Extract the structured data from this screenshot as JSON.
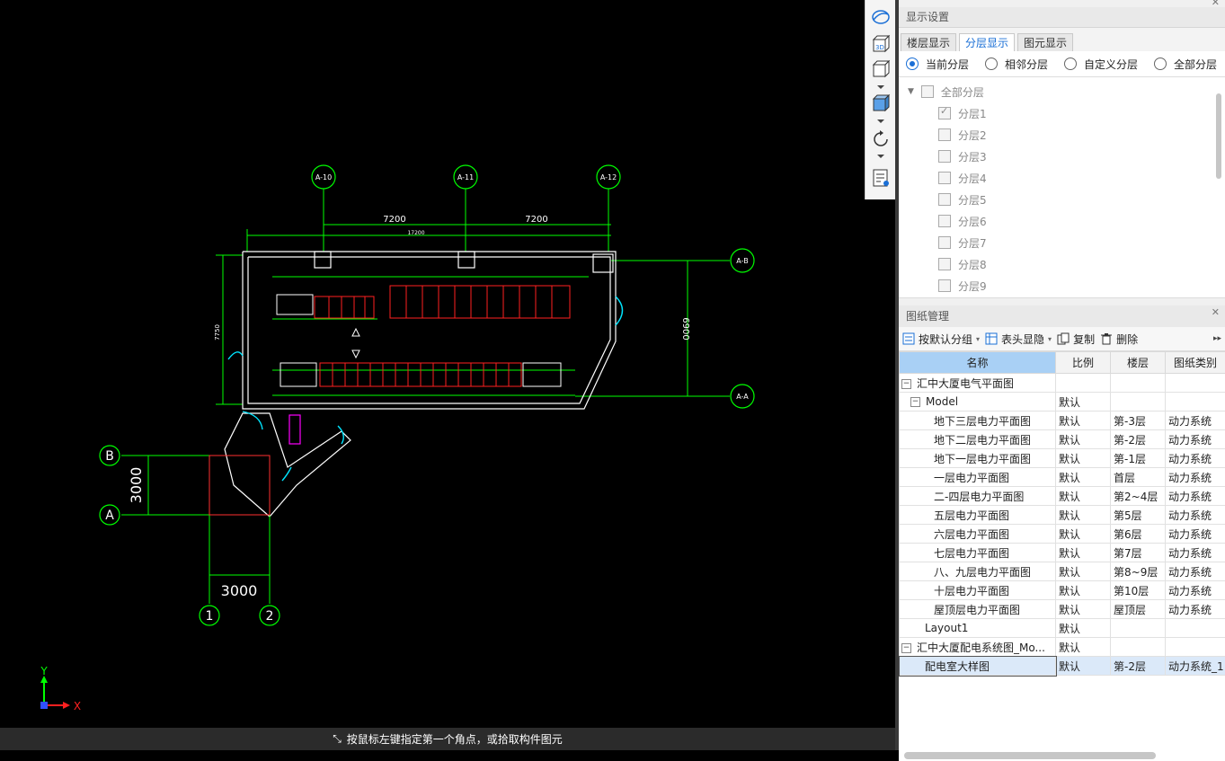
{
  "canvas": {
    "axis_x": "7200",
    "axis_x2": "7200",
    "total_width": "17200",
    "grid_labels": [
      "A-10",
      "A-11",
      "A-12",
      "A-B",
      "A-A"
    ],
    "dim_left": "7750",
    "dim_right": "6900",
    "inset_dim_v": "3000",
    "inset_dim_h": "3000",
    "inset_labels": [
      "B",
      "A",
      "1",
      "2"
    ],
    "ucs_y": "Y",
    "ucs_x": "X"
  },
  "status": {
    "text": "按鼠标左键指定第一个角点，或拾取构件图元"
  },
  "display_panel": {
    "title": "显示设置",
    "tabs": [
      "楼层显示",
      "分层显示",
      "图元显示"
    ],
    "active_tab": 1,
    "radios": [
      "当前分层",
      "相邻分层",
      "自定义分层",
      "全部分层"
    ],
    "radio_selected": 0,
    "root_label": "全部分层",
    "layers": [
      {
        "label": "分层1",
        "checked": true
      },
      {
        "label": "分层2",
        "checked": false
      },
      {
        "label": "分层3",
        "checked": false
      },
      {
        "label": "分层4",
        "checked": false
      },
      {
        "label": "分层5",
        "checked": false
      },
      {
        "label": "分层6",
        "checked": false
      },
      {
        "label": "分层7",
        "checked": false
      },
      {
        "label": "分层8",
        "checked": false
      },
      {
        "label": "分层9",
        "checked": false
      }
    ]
  },
  "drawing_panel": {
    "title": "图纸管理",
    "toolbar": {
      "group": "按默认分组",
      "header": "表头显隐",
      "copy": "复制",
      "delete": "删除"
    },
    "columns": [
      "名称",
      "比例",
      "楼层",
      "图纸类别"
    ],
    "rows": [
      {
        "name": "汇中大厦电气平面图",
        "scale": "",
        "floor": "",
        "type": "",
        "level": 0,
        "expander": "−"
      },
      {
        "name": "Model",
        "scale": "默认",
        "floor": "",
        "type": "",
        "level": 1,
        "expander": "−"
      },
      {
        "name": "地下三层电力平面图",
        "scale": "默认",
        "floor": "第-3层",
        "type": "动力系统",
        "level": 2
      },
      {
        "name": "地下二层电力平面图",
        "scale": "默认",
        "floor": "第-2层",
        "type": "动力系统",
        "level": 2
      },
      {
        "name": "地下一层电力平面图",
        "scale": "默认",
        "floor": "第-1层",
        "type": "动力系统",
        "level": 2
      },
      {
        "name": "一层电力平面图",
        "scale": "默认",
        "floor": "首层",
        "type": "动力系统",
        "level": 2
      },
      {
        "name": "二-四层电力平面图",
        "scale": "默认",
        "floor": "第2~4层",
        "type": "动力系统",
        "level": 2
      },
      {
        "name": "五层电力平面图",
        "scale": "默认",
        "floor": "第5层",
        "type": "动力系统",
        "level": 2
      },
      {
        "name": "六层电力平面图",
        "scale": "默认",
        "floor": "第6层",
        "type": "动力系统",
        "level": 2
      },
      {
        "name": "七层电力平面图",
        "scale": "默认",
        "floor": "第7层",
        "type": "动力系统",
        "level": 2
      },
      {
        "name": "八、九层电力平面图",
        "scale": "默认",
        "floor": "第8~9层",
        "type": "动力系统",
        "level": 2
      },
      {
        "name": "十层电力平面图",
        "scale": "默认",
        "floor": "第10层",
        "type": "动力系统",
        "level": 2
      },
      {
        "name": "屋顶层电力平面图",
        "scale": "默认",
        "floor": "屋顶层",
        "type": "动力系统",
        "level": 2
      },
      {
        "name": "Layout1",
        "scale": "默认",
        "floor": "",
        "type": "",
        "level": 1
      },
      {
        "name": "汇中大厦配电系统图_Mo...",
        "scale": "默认",
        "floor": "",
        "type": "",
        "level": 0,
        "expander": "−"
      },
      {
        "name": "配电室大样图",
        "scale": "默认",
        "floor": "第-2层",
        "type": "动力系统_1",
        "level": 1,
        "selected": true
      }
    ]
  }
}
